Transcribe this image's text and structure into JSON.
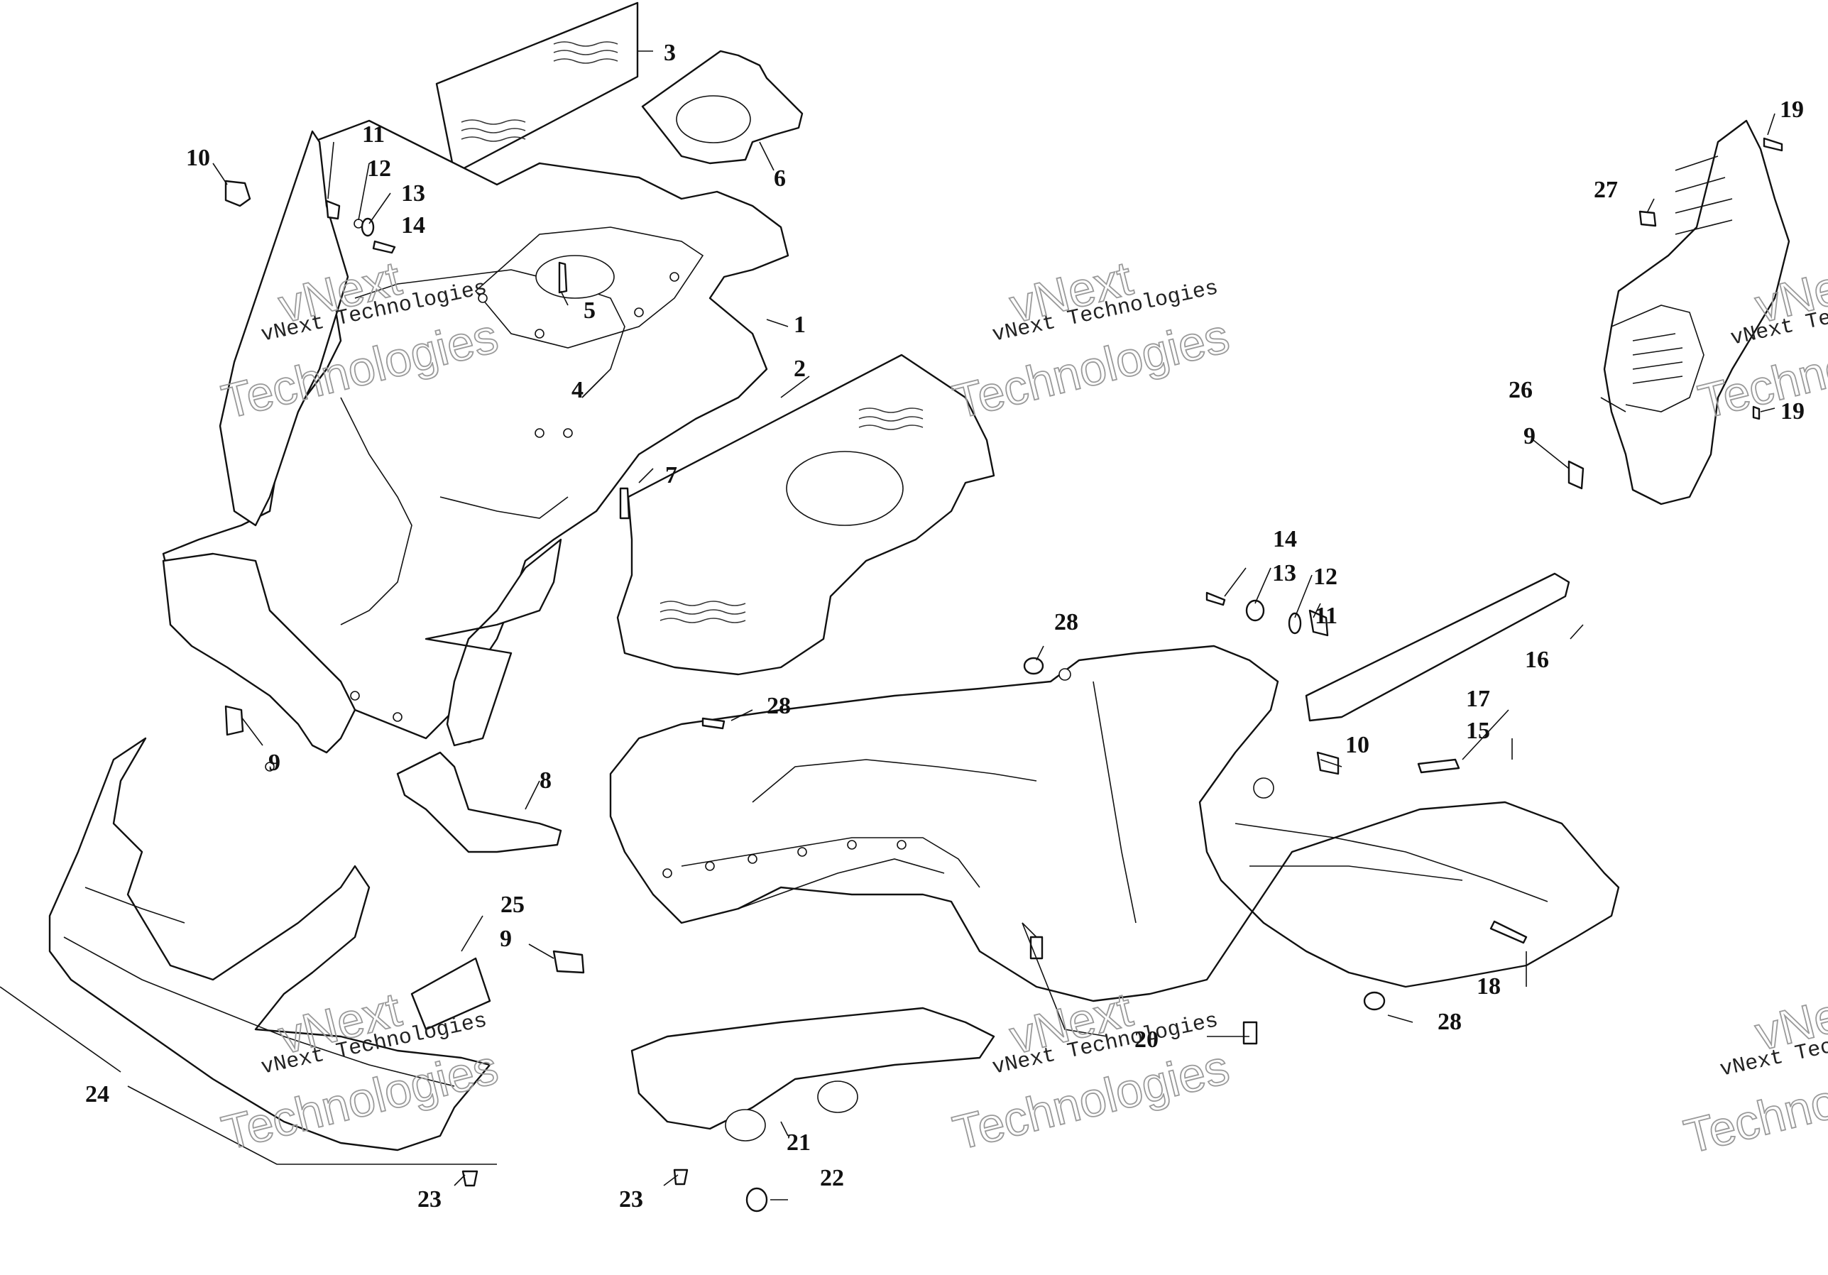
{
  "watermark": {
    "line1": "vNext Technologies",
    "line2a": "vNext",
    "line2b": "Technologies"
  },
  "callouts": {
    "c1": "1",
    "c2": "2",
    "c3": "3",
    "c4": "4",
    "c5": "5",
    "c6": "6",
    "c7": "7",
    "c8": "8",
    "c9a": "9",
    "c9b": "9",
    "c9c": "9",
    "c10a": "10",
    "c10b": "10",
    "c11a": "11",
    "c11b": "11",
    "c12a": "12",
    "c12b": "12",
    "c13a": "13",
    "c13b": "13",
    "c14a": "14",
    "c14b": "14",
    "c15": "15",
    "c16": "16",
    "c17": "17",
    "c18": "18",
    "c19a": "19",
    "c19b": "19",
    "c20": "20",
    "c21": "21",
    "c22": "22",
    "c23a": "23",
    "c23b": "23",
    "c24": "24",
    "c25": "25",
    "c26": "26",
    "c27": "27",
    "c28a": "28",
    "c28b": "28",
    "c28c": "28"
  }
}
